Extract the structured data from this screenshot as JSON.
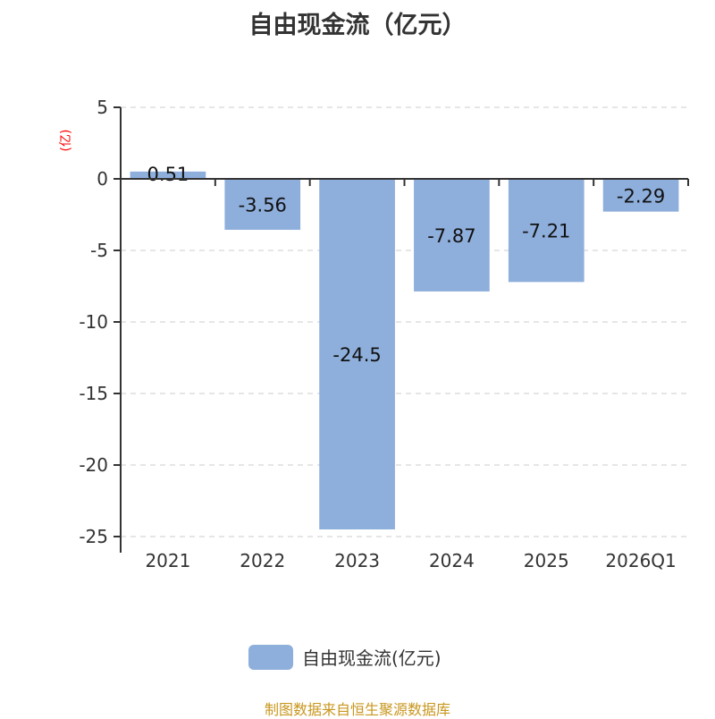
{
  "chart_data": {
    "type": "bar",
    "title": "自由现金流（亿元）",
    "ylabel": "(亿)",
    "xlabel": "",
    "categories": [
      "2021",
      "2022",
      "2023",
      "2024",
      "2025",
      "2026Q1"
    ],
    "values": [
      0.51,
      -3.56,
      -24.5,
      -7.87,
      -7.21,
      -2.29
    ],
    "data_labels": [
      "0.51",
      "-3.56",
      "-24.5",
      "-7.87",
      "-7.21",
      "-2.29"
    ],
    "yticks": [
      5,
      0,
      -5,
      -10,
      -15,
      -20,
      -25
    ],
    "ylim": [
      -25,
      5
    ],
    "grid": true,
    "legend": {
      "label": "自由现金流(亿元)",
      "placement": "bottom"
    },
    "bar_color": "#8eaedb",
    "ylabel_color": "#ff0000"
  },
  "footer": "制图数据来自恒生聚源数据库"
}
